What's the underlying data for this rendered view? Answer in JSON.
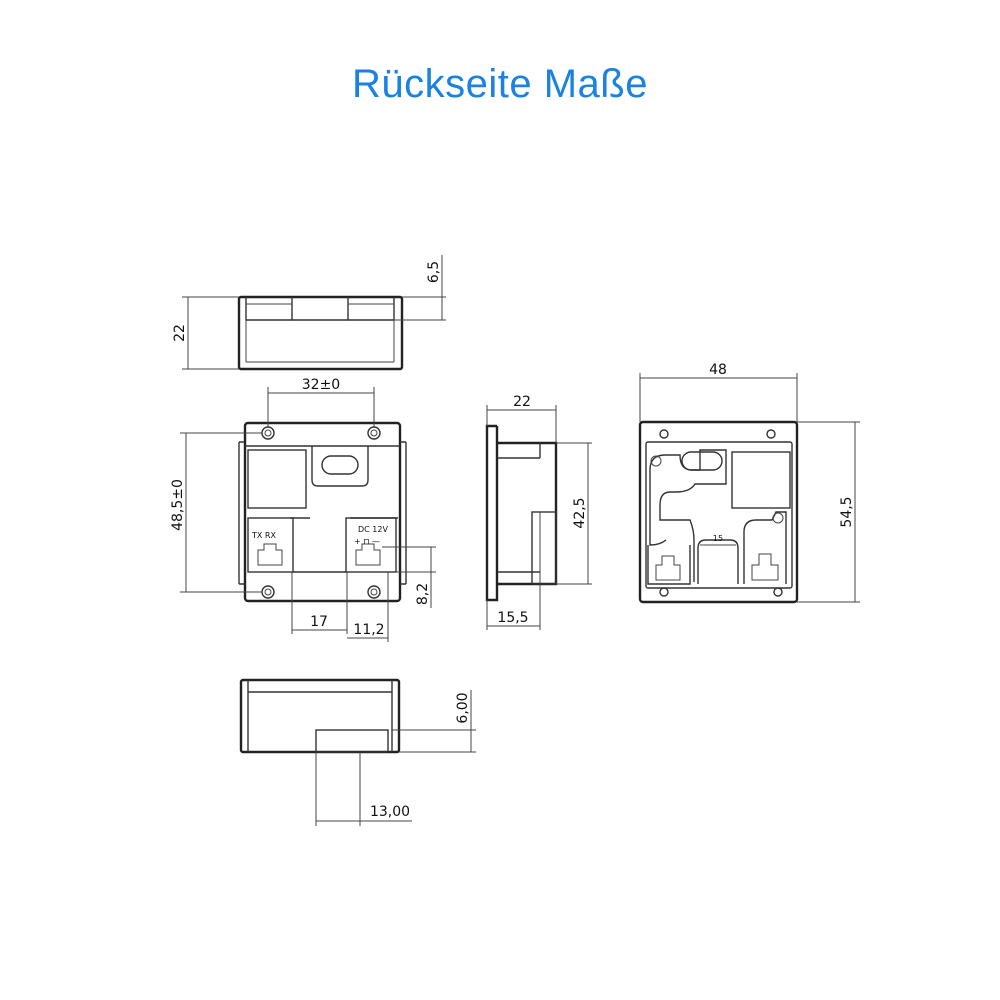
{
  "header": {
    "title": "Rückseite Maße"
  },
  "dims": {
    "top_height": "22",
    "top_step": "6,5",
    "hole_spacing": "32±0",
    "front_height": "48,5±0",
    "port_offset": "17",
    "port_width": "11,2",
    "port_height": "8,2",
    "side_depth": "22",
    "side_height": "42,5",
    "side_step": "15,5",
    "back_width": "48",
    "back_height": "54,5",
    "back_inner": "15",
    "bottom_step": "6,00",
    "bottom_width": "13,00"
  },
  "labels": {
    "txrx": "TX   RX",
    "dc": "DC 12V",
    "polarity": "+ ⊓ —"
  }
}
